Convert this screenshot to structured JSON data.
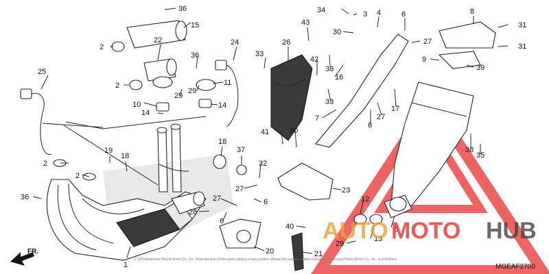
{
  "diagram": {
    "diagram_code": "MGEAF2700",
    "front_arrow_label": "FR.",
    "copyright_text": "© 2020 American Honda Motor Co., Inc. Reproduction of this parts catalog or any portion without the express written consent of American Honda Motor Co., Inc. is prohibited.",
    "watermark": {
      "brand_left": "AUTO",
      "brand_middle": "MOTO",
      "brand_right": "HUB",
      "color": "#e8312f"
    },
    "callouts": [
      {
        "id": "c36a",
        "label": "36"
      },
      {
        "id": "c15",
        "label": "15"
      },
      {
        "id": "c2a",
        "label": "2"
      },
      {
        "id": "c22",
        "label": "22"
      },
      {
        "id": "c36b",
        "label": "36"
      },
      {
        "id": "c24",
        "label": "24"
      },
      {
        "id": "c25",
        "label": "25"
      },
      {
        "id": "c2b",
        "label": "2"
      },
      {
        "id": "c29a",
        "label": "29"
      },
      {
        "id": "c29b",
        "label": "29"
      },
      {
        "id": "c11",
        "label": "11"
      },
      {
        "id": "c10",
        "label": "10"
      },
      {
        "id": "c14a",
        "label": "14"
      },
      {
        "id": "c14b",
        "label": "14"
      },
      {
        "id": "c19",
        "label": "19"
      },
      {
        "id": "c18a",
        "label": "18"
      },
      {
        "id": "c18b",
        "label": "18"
      },
      {
        "id": "c37",
        "label": "37"
      },
      {
        "id": "c2c",
        "label": "2"
      },
      {
        "id": "c2d",
        "label": "2"
      },
      {
        "id": "c36c",
        "label": "36"
      },
      {
        "id": "c1",
        "label": "1"
      },
      {
        "id": "c33a",
        "label": "33"
      },
      {
        "id": "c26",
        "label": "26"
      },
      {
        "id": "c43",
        "label": "43"
      },
      {
        "id": "c34",
        "label": "34"
      },
      {
        "id": "c3",
        "label": "3"
      },
      {
        "id": "c4",
        "label": "4"
      },
      {
        "id": "c6a",
        "label": "6"
      },
      {
        "id": "c8",
        "label": "8"
      },
      {
        "id": "c31a",
        "label": "31"
      },
      {
        "id": "c30a",
        "label": "30"
      },
      {
        "id": "c27a",
        "label": "27"
      },
      {
        "id": "c9",
        "label": "9"
      },
      {
        "id": "c31b",
        "label": "31"
      },
      {
        "id": "c39",
        "label": "39"
      },
      {
        "id": "c42",
        "label": "42"
      },
      {
        "id": "c38a",
        "label": "38"
      },
      {
        "id": "c16",
        "label": "16"
      },
      {
        "id": "c33b",
        "label": "33"
      },
      {
        "id": "c17",
        "label": "17"
      },
      {
        "id": "c6b",
        "label": "6"
      },
      {
        "id": "c27b",
        "label": "27"
      },
      {
        "id": "c7",
        "label": "7"
      },
      {
        "id": "c41",
        "label": "41"
      },
      {
        "id": "c30b",
        "label": "30"
      },
      {
        "id": "c38b",
        "label": "38"
      },
      {
        "id": "c35",
        "label": "35"
      },
      {
        "id": "c32",
        "label": "32"
      },
      {
        "id": "c27c",
        "label": "27"
      },
      {
        "id": "c23",
        "label": "23"
      },
      {
        "id": "c27d",
        "label": "27"
      },
      {
        "id": "c6c",
        "label": "6"
      },
      {
        "id": "c28",
        "label": "28"
      },
      {
        "id": "c6d",
        "label": "6"
      },
      {
        "id": "c12",
        "label": "12"
      },
      {
        "id": "c13",
        "label": "13"
      },
      {
        "id": "c5",
        "label": "5"
      },
      {
        "id": "c40",
        "label": "40"
      },
      {
        "id": "c29c",
        "label": "29"
      },
      {
        "id": "c20",
        "label": "20"
      },
      {
        "id": "c21",
        "label": "21"
      }
    ]
  }
}
